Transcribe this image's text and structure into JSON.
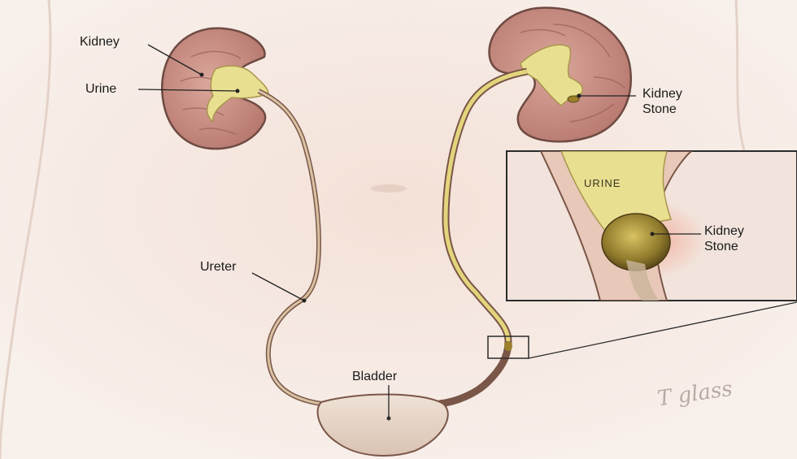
{
  "labels": {
    "kidney": "Kidney",
    "urine": "Urine",
    "kidney_stone_line1": "Kidney",
    "kidney_stone_line2": "Stone",
    "ureter": "Ureter",
    "bladder": "Bladder",
    "inset_urine": "URINE",
    "inset_stone_line1": "Kidney",
    "inset_stone_line2": "Stone"
  },
  "signature": "T glass",
  "colors": {
    "background": "#f6ece6",
    "kidney_tissue": "#c98f85",
    "kidney_outline": "#6e4a42",
    "urine": "#e7dc8e",
    "ureter": "#c9b08f",
    "bladder": "#e8d9cd",
    "inset_frame": "#2b2b2b"
  }
}
